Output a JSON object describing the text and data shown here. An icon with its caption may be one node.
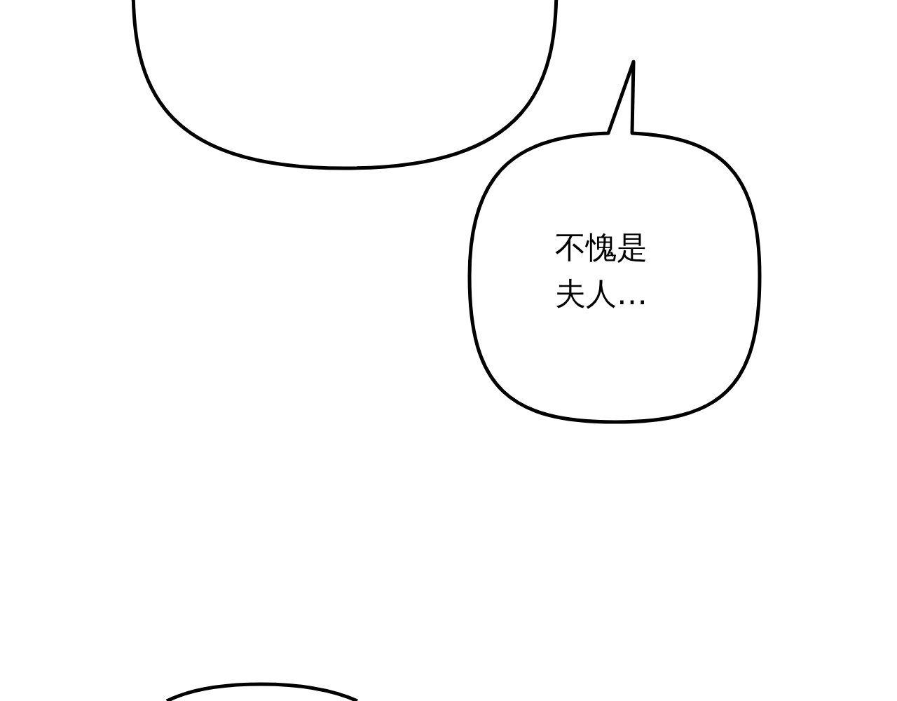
{
  "diagram": {
    "nodes": [
      {
        "text": [],
        "shape": "bubble"
      },
      {
        "text": [
          "不愧是夫人…"
        ]
      },
      {
        "text": [],
        "shape": "bubble"
      }
    ]
  }
}
